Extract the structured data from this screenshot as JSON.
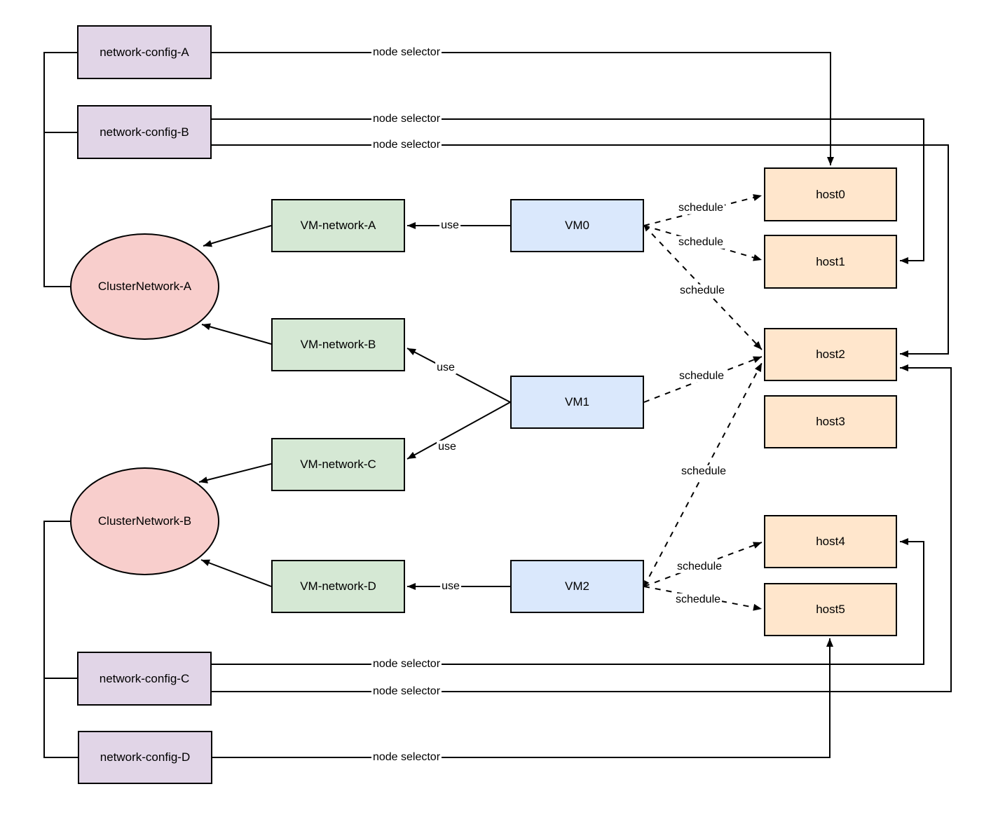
{
  "nodes": {
    "network_config_a": {
      "label": "network-config-A",
      "type": "network-config"
    },
    "network_config_b": {
      "label": "network-config-B",
      "type": "network-config"
    },
    "network_config_c": {
      "label": "network-config-C",
      "type": "network-config"
    },
    "network_config_d": {
      "label": "network-config-D",
      "type": "network-config"
    },
    "cluster_network_a": {
      "label": "ClusterNetwork-A",
      "type": "cluster-network"
    },
    "cluster_network_b": {
      "label": "ClusterNetwork-B",
      "type": "cluster-network"
    },
    "vm_network_a": {
      "label": "VM-network-A",
      "type": "vm-network"
    },
    "vm_network_b": {
      "label": "VM-network-B",
      "type": "vm-network"
    },
    "vm_network_c": {
      "label": "VM-network-C",
      "type": "vm-network"
    },
    "vm_network_d": {
      "label": "VM-network-D",
      "type": "vm-network"
    },
    "vm0": {
      "label": "VM0",
      "type": "vm"
    },
    "vm1": {
      "label": "VM1",
      "type": "vm"
    },
    "vm2": {
      "label": "VM2",
      "type": "vm"
    },
    "host0": {
      "label": "host0",
      "type": "host"
    },
    "host1": {
      "label": "host1",
      "type": "host"
    },
    "host2": {
      "label": "host2",
      "type": "host"
    },
    "host3": {
      "label": "host3",
      "type": "host"
    },
    "host4": {
      "label": "host4",
      "type": "host"
    },
    "host5": {
      "label": "host5",
      "type": "host"
    }
  },
  "edges": [
    {
      "from": "network-config-A",
      "to": "host0",
      "label": "node selector",
      "style": "solid-arrow"
    },
    {
      "from": "network-config-B",
      "to": "host1",
      "label": "node selector",
      "style": "solid-arrow"
    },
    {
      "from": "network-config-B",
      "to": "host2",
      "label": "node selector",
      "style": "solid-arrow"
    },
    {
      "from": "network-config-C",
      "to": "host4",
      "label": "node selector",
      "style": "solid-arrow"
    },
    {
      "from": "network-config-C",
      "to": "host2",
      "label": "node selector",
      "style": "solid-arrow"
    },
    {
      "from": "network-config-D",
      "to": "host5",
      "label": "node selector",
      "style": "solid-arrow"
    },
    {
      "from": "network-config-A",
      "to": "ClusterNetwork-A",
      "label": "",
      "style": "solid-plain"
    },
    {
      "from": "network-config-B",
      "to": "ClusterNetwork-A",
      "label": "",
      "style": "solid-plain"
    },
    {
      "from": "network-config-C",
      "to": "ClusterNetwork-B",
      "label": "",
      "style": "solid-plain"
    },
    {
      "from": "network-config-D",
      "to": "ClusterNetwork-B",
      "label": "",
      "style": "solid-plain"
    },
    {
      "from": "VM-network-A",
      "to": "ClusterNetwork-A",
      "label": "",
      "style": "solid-arrow"
    },
    {
      "from": "VM-network-B",
      "to": "ClusterNetwork-A",
      "label": "",
      "style": "solid-arrow"
    },
    {
      "from": "VM-network-C",
      "to": "ClusterNetwork-B",
      "label": "",
      "style": "solid-arrow"
    },
    {
      "from": "VM-network-D",
      "to": "ClusterNetwork-B",
      "label": "",
      "style": "solid-arrow"
    },
    {
      "from": "VM0",
      "to": "VM-network-A",
      "label": "use",
      "style": "solid-arrow"
    },
    {
      "from": "VM1",
      "to": "VM-network-B",
      "label": "use",
      "style": "solid-arrow"
    },
    {
      "from": "VM1",
      "to": "VM-network-C",
      "label": "use",
      "style": "solid-arrow"
    },
    {
      "from": "VM2",
      "to": "VM-network-D",
      "label": "use",
      "style": "solid-arrow"
    },
    {
      "from": "VM0",
      "to": "host0",
      "label": "schedule",
      "style": "dashed-arrow"
    },
    {
      "from": "VM0",
      "to": "host1",
      "label": "schedule",
      "style": "dashed-arrow"
    },
    {
      "from": "VM0",
      "to": "host2",
      "label": "schedule",
      "style": "dashed-arrow-both"
    },
    {
      "from": "VM1",
      "to": "host2",
      "label": "schedule",
      "style": "dashed-arrow"
    },
    {
      "from": "VM2",
      "to": "host2",
      "label": "schedule",
      "style": "dashed-arrow-both"
    },
    {
      "from": "VM2",
      "to": "host4",
      "label": "schedule",
      "style": "dashed-arrow"
    },
    {
      "from": "VM2",
      "to": "host5",
      "label": "schedule",
      "style": "dashed-arrow"
    }
  ],
  "colors": {
    "network_config_fill": "#E1D5E7",
    "network_config_stroke": "#9673A6",
    "cluster_network_fill": "#F8CECC",
    "cluster_network_stroke": "#B85450",
    "vm_network_fill": "#D5E8D4",
    "vm_network_stroke": "#82B366",
    "vm_fill": "#DAE8FC",
    "vm_stroke": "#6C8EBF",
    "host_fill": "#FFE6CC",
    "host_stroke": "#D79B00",
    "edge_color": "#000000"
  }
}
